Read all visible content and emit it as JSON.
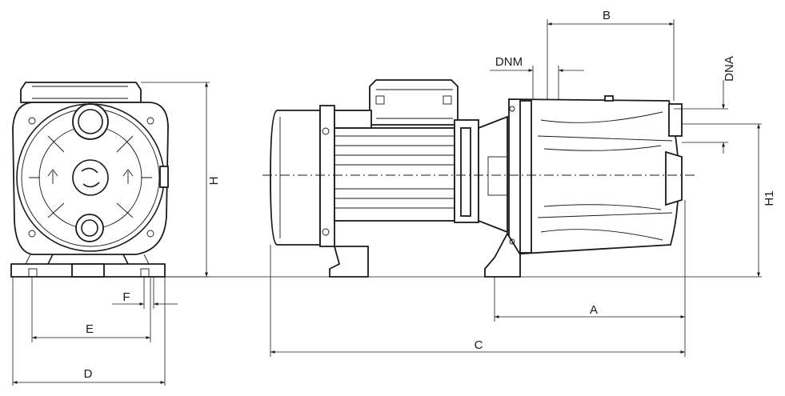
{
  "labels": {
    "A": "A",
    "B": "B",
    "C": "C",
    "D": "D",
    "E": "E",
    "F": "F",
    "H": "H",
    "H1": "H1",
    "DNM": "DNM",
    "DNA": "DNA"
  }
}
